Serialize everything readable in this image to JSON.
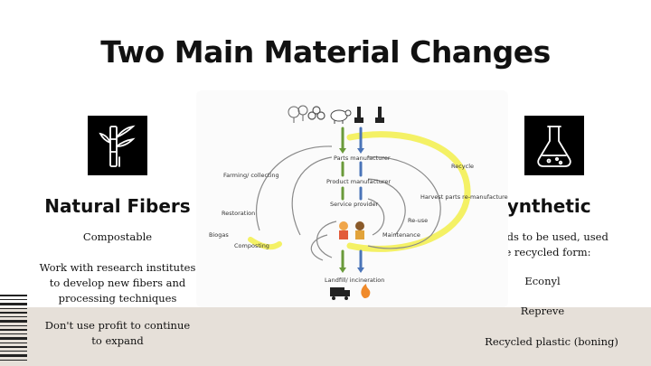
{
  "slide": {
    "title": "Two Main Material Changes"
  },
  "left": {
    "icon": "bamboo-icon",
    "heading": "Natural Fibers",
    "points": [
      "Compostable",
      "Work with research institutes to develop new fibers and processing techniques",
      "Don't use profit to continue to expand"
    ]
  },
  "right": {
    "icon": "flask-icon",
    "heading": "Synthetic",
    "points": [
      "If needs to be used, used the recycled form:",
      "Econyl",
      "Repreve",
      "Recycled plastic (boning)"
    ]
  },
  "diagram": {
    "labels": {
      "parts": "Parts manufacturer",
      "product": "Product manufacturer",
      "service": "Service provider",
      "landfill": "Landfill/ incineration",
      "farming": "Farming/ collecting",
      "restoration": "Restoration",
      "biogas": "Biogas",
      "composting": "Composting",
      "harvest": "Harvest parts re-manufacture",
      "recycle": "Recycle",
      "reuse": "Re-use",
      "maintenance": "Maintenance"
    },
    "icons": [
      "tree-icon",
      "cotton-icon",
      "sheep-icon",
      "factory-icon",
      "truck-icon",
      "fire-icon",
      "consumer-icon"
    ],
    "colors": {
      "natural": "#6a9a3a",
      "synthetic": "#4a74b8",
      "highlight": "#f2ee4a"
    }
  }
}
